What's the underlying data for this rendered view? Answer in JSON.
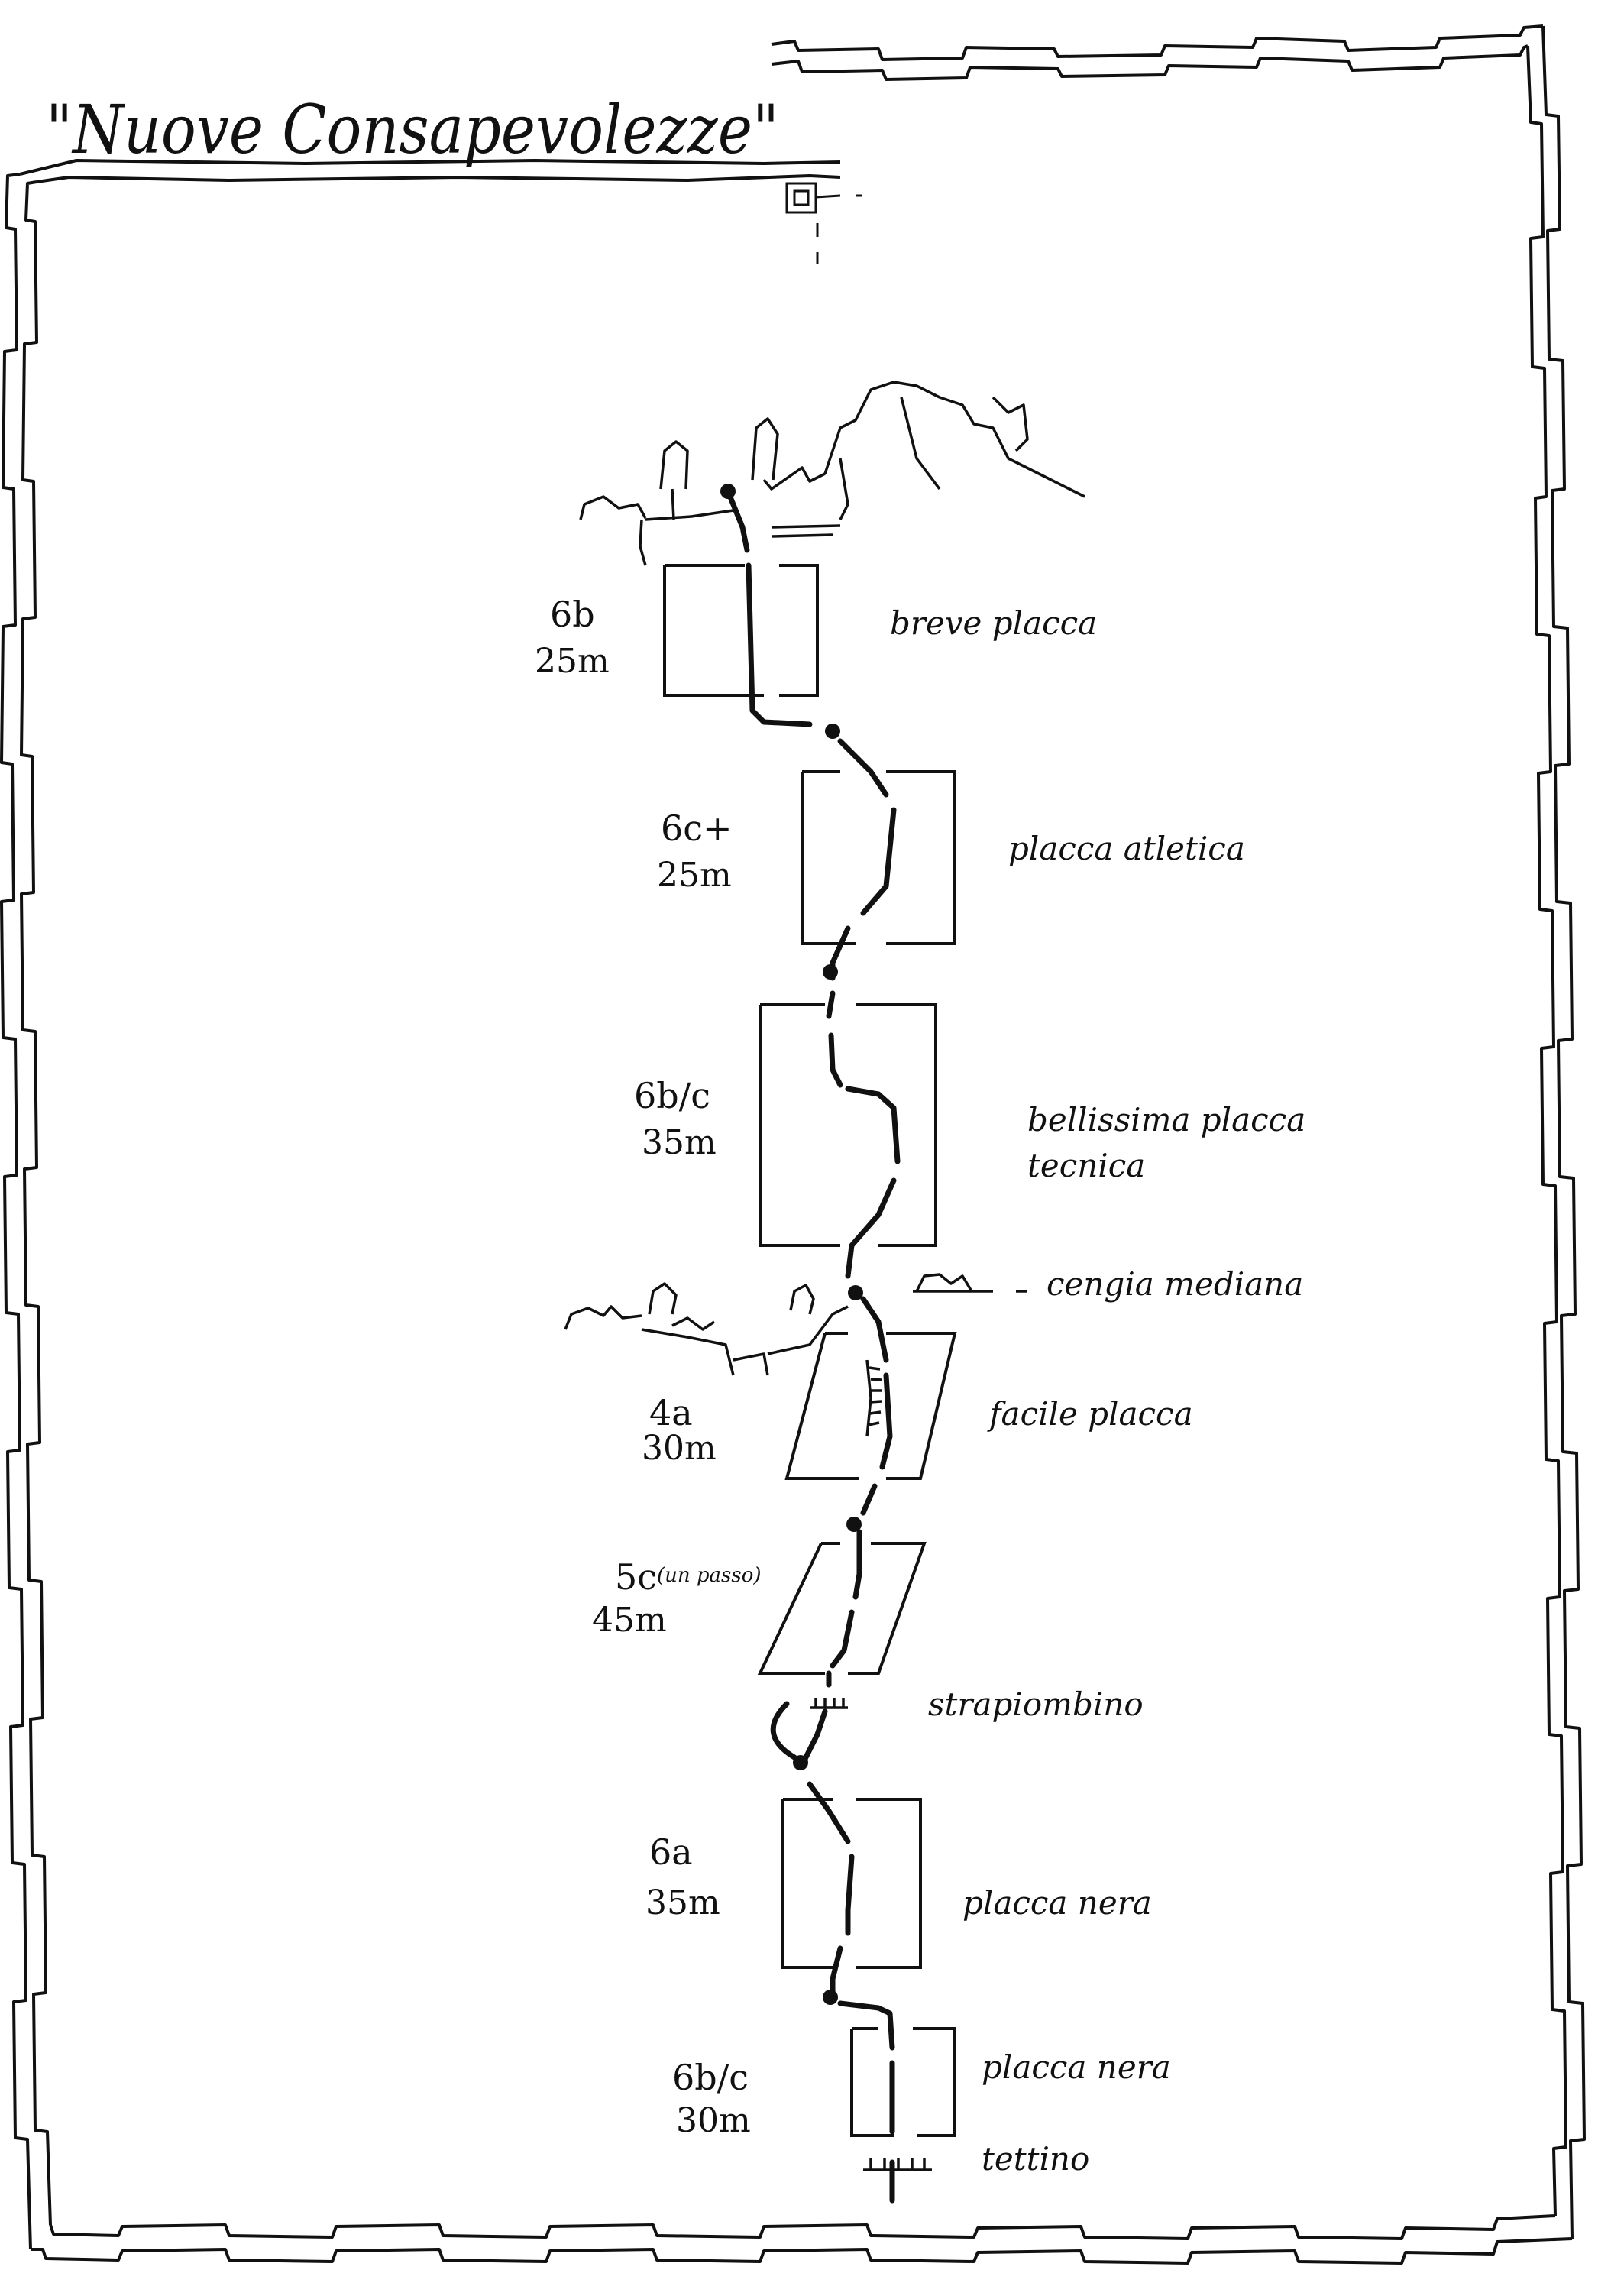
{
  "title": "\"Nuove Consapevolezze\"",
  "pitches": [
    {
      "grade": "6b",
      "length": "25m",
      "description": "breve placca"
    },
    {
      "grade": "6c+",
      "length": "25m",
      "description": "placca atletica"
    },
    {
      "grade": "6b/c",
      "length": "35m",
      "description": "bellissima placca",
      "description2": "tecnica"
    },
    {
      "grade": "4a",
      "length": "30m",
      "description": "facile placca"
    },
    {
      "grade": "5c",
      "grade_note": "(un passo)",
      "length": "45m",
      "description": ""
    },
    {
      "grade": "6a",
      "length": "35m",
      "description": "placca nera"
    },
    {
      "grade": "6b/c",
      "length": "30m",
      "description": "placca nera"
    }
  ],
  "features": {
    "cengia": "cengia mediana",
    "strapiombino": "strapiombino",
    "tettino": "tettino"
  },
  "colors": {
    "ink": "#111111",
    "paper": "#ffffff"
  }
}
